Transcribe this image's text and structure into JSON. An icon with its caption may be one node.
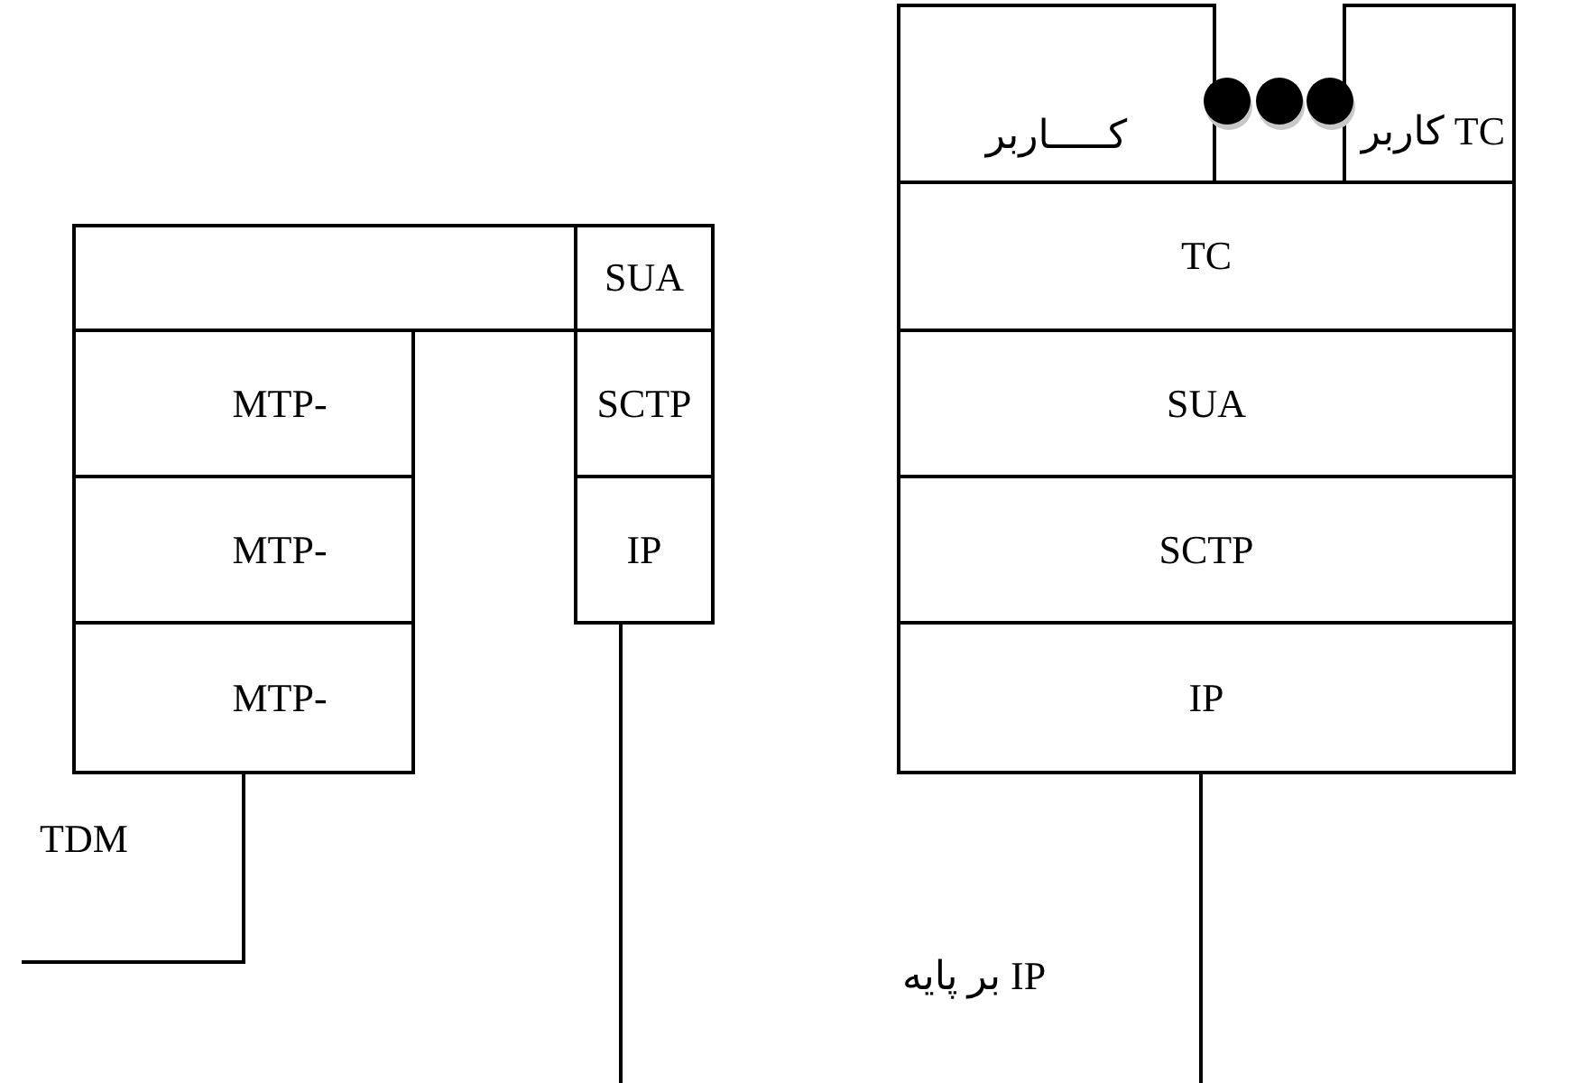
{
  "diagram": {
    "nodes": [
      {
        "text": [],
        "shape": "box"
      },
      {
        "text": [
          "SUA"
        ]
      },
      {
        "text": [
          "MTP-"
        ]
      },
      {
        "text": [
          "MTP-"
        ]
      },
      {
        "text": [
          "MTP-"
        ]
      },
      {
        "text": [
          "SCTP"
        ]
      },
      {
        "text": [
          "IP"
        ]
      },
      {
        "text": [
          "کـــــاربر"
        ]
      },
      {
        "text": [
          "کاربر TC"
        ]
      },
      {
        "text": [
          "TC"
        ]
      },
      {
        "text": [
          "SUA"
        ]
      },
      {
        "text": [
          "SCTP"
        ]
      },
      {
        "text": [
          "IP"
        ]
      }
    ],
    "edges": [
      {
        "from": 4,
        "to": null,
        "arrow": "none"
      },
      {
        "from": 6,
        "to": null,
        "arrow": "none"
      },
      {
        "from": 12,
        "to": null,
        "arrow": "none"
      }
    ],
    "labels": [
      "TDM",
      "بر پایه IP"
    ]
  }
}
